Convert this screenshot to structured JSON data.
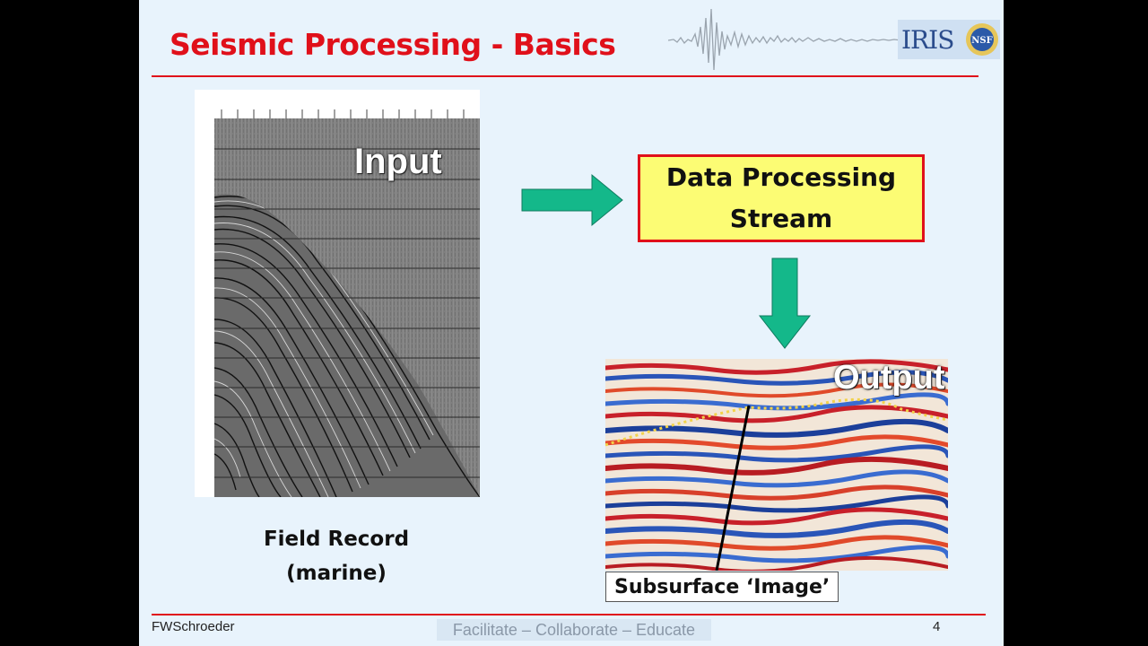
{
  "slide": {
    "title": "Seismic Processing - Basics",
    "logo_text": "IRIS",
    "nsf_text": "NSF",
    "input_label": "Input",
    "field_caption_line1": "Field Record",
    "field_caption_line2": "(marine)",
    "process_line1": "Data Processing",
    "process_line2": "Stream",
    "output_label": "Output",
    "image_caption": "Subsurface ‘Image’",
    "author": "FWSchroeder",
    "motto": "Facilitate – Collaborate – Educate",
    "page_number": "4"
  },
  "colors": {
    "title_red": "#e0101a",
    "background": "#e8f3fc",
    "arrow_green": "#14b88a",
    "box_yellow": "#fcfc74"
  },
  "icons": [
    "arrow-right-icon",
    "arrow-down-icon",
    "iris-logo",
    "nsf-seal-icon"
  ]
}
